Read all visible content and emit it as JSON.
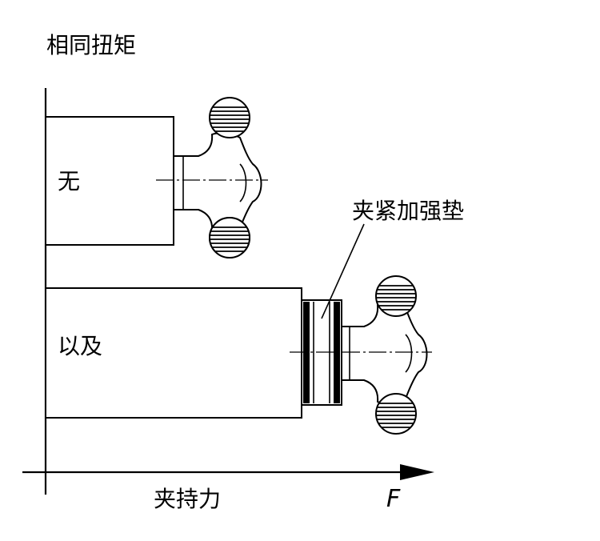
{
  "title": "相同扭矩",
  "rows": [
    {
      "label": "无"
    },
    {
      "label": "以及"
    }
  ],
  "callout": "夹紧加强垫",
  "x_axis_label": "夹持力",
  "x_axis_symbol": "F"
}
